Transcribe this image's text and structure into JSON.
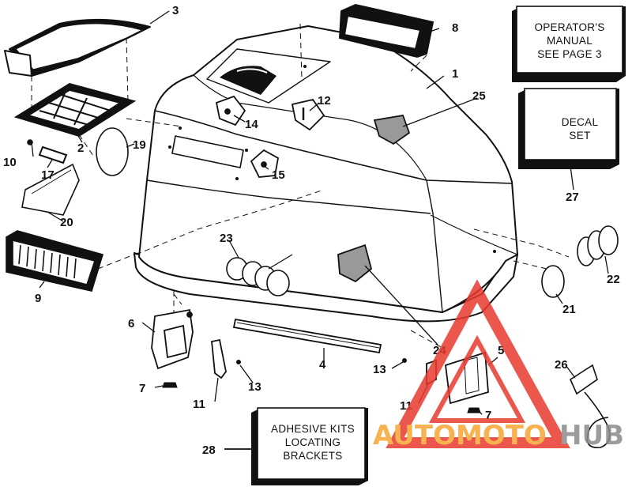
{
  "callouts": {
    "c1": "1",
    "c2": "2",
    "c3": "3",
    "c4": "4",
    "c5": "5",
    "c6": "6",
    "c7a": "7",
    "c7b": "7",
    "c8": "8",
    "c9": "9",
    "c10": "10",
    "c11a": "11",
    "c11b": "11",
    "c12": "12",
    "c13a": "13",
    "c13b": "13",
    "c14": "14",
    "c15": "15",
    "c17": "17",
    "c19": "19",
    "c20": "20",
    "c21": "21",
    "c22": "22",
    "c23": "23",
    "c24": "24",
    "c25": "25",
    "c26": "26",
    "c27": "27",
    "c28": "28"
  },
  "boxes": {
    "manual": [
      "OPERATOR'S",
      "MANUAL",
      "SEE PAGE 3"
    ],
    "decal": [
      "DECAL",
      "SET"
    ],
    "adhesive": [
      "ADHESIVE KITS",
      "LOCATING",
      "BRACKETS"
    ]
  },
  "watermark": {
    "part1": "AUTOMOTO",
    "part2": "HUB"
  },
  "colors": {
    "line": "#111111",
    "watermark_red": "#e8392f",
    "watermark_orange": "#f7a531",
    "watermark_gray": "#8a8a8a"
  }
}
